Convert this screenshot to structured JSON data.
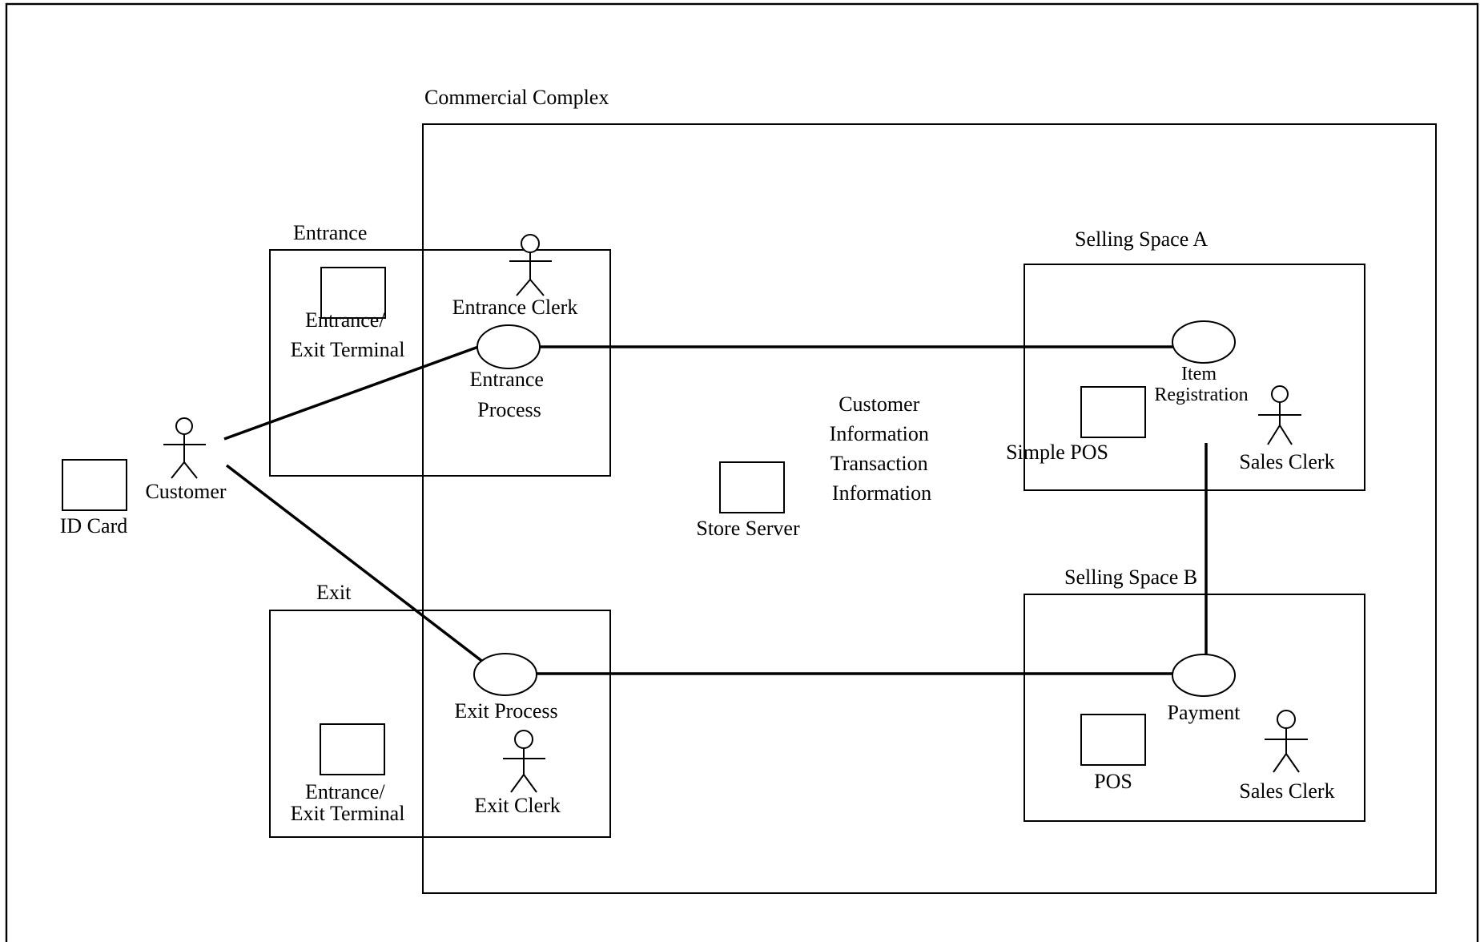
{
  "regions": {
    "commercial_complex": "Commercial Complex",
    "entrance": "Entrance",
    "exit": "Exit",
    "selling_space_a": "Selling Space A",
    "selling_space_b": "Selling Space B"
  },
  "actors": {
    "customer": "Customer",
    "entrance_clerk": "Entrance Clerk",
    "exit_clerk": "Exit Clerk",
    "sales_clerk_a": "Sales Clerk",
    "sales_clerk_b": "Sales Clerk"
  },
  "use_cases": {
    "entrance_process": [
      "Entrance",
      "Process"
    ],
    "exit_process": "Exit Process",
    "item_registration": [
      "Item",
      "Registration"
    ],
    "payment": "Payment"
  },
  "devices": {
    "id_card": "ID Card",
    "entrance_terminal": [
      "Entrance/",
      "Exit Terminal"
    ],
    "exit_terminal": [
      "Entrance/",
      "Exit Terminal"
    ],
    "store_server": "Store Server",
    "simple_pos": "Simple POS",
    "pos": "POS"
  },
  "server_data": [
    "Customer",
    "Information",
    "Transaction",
    "Information"
  ],
  "connections": [
    {
      "from": "Customer",
      "to": "Entrance Process"
    },
    {
      "from": "Customer",
      "to": "Exit Process"
    },
    {
      "from": "Entrance Process",
      "to": "Item Registration"
    },
    {
      "from": "Item Registration",
      "to": "Payment"
    },
    {
      "from": "Exit Process",
      "to": "Payment"
    }
  ]
}
